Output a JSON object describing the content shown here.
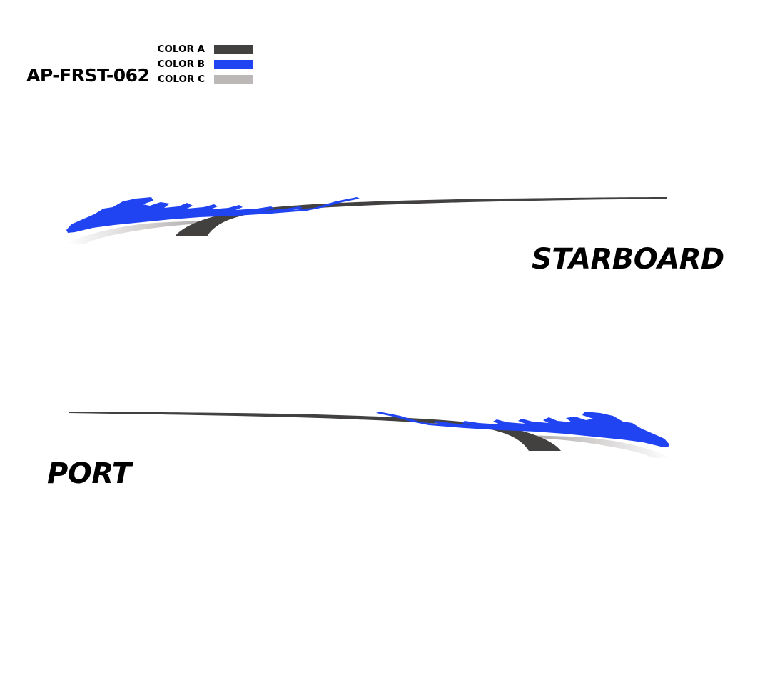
{
  "product_code": "AP-FRST-062",
  "legend": [
    {
      "label": "COLOR A",
      "color": "#434040"
    },
    {
      "label": "COLOR B",
      "color": "#2044f2"
    },
    {
      "label": "COLOR C",
      "color": "#bcb8b8"
    }
  ],
  "sides": {
    "starboard": "STARBOARD",
    "port": "PORT"
  }
}
